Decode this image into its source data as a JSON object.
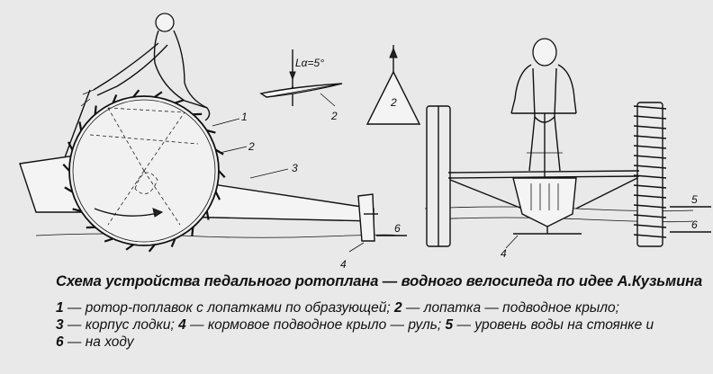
{
  "diagram": {
    "labels_left": {
      "n1": "1",
      "n2": "2",
      "n3": "3",
      "n4": "4",
      "n6": "6"
    },
    "angle_note": "Lα=5°",
    "foil_label": "2",
    "triangle_label": "2",
    "labels_right": {
      "n4": "4",
      "n5": "5",
      "n6": "6"
    }
  },
  "caption": {
    "title": "Схема устройства педального ротоплана — водного велосипеда по идее А.Кузьмина",
    "legend": [
      {
        "num": "1",
        "text": " — ротор-поплавок с лопатками по образующей; "
      },
      {
        "num": "2",
        "text": " — лопатка — подводное крыло;"
      },
      {
        "num": "3",
        "text": " — корпус лодки; "
      },
      {
        "num": "4",
        "text": " — кормовое подводное крыло — руль; "
      },
      {
        "num": "5",
        "text": " — уровень воды на стоянке и"
      },
      {
        "num": "6",
        "text": " — на ходу"
      }
    ]
  }
}
